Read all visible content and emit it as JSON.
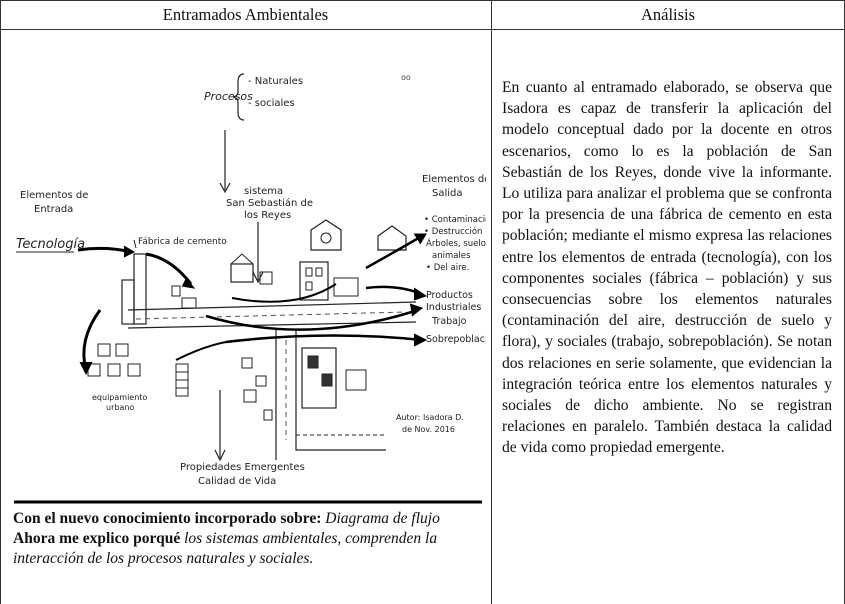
{
  "header": {
    "left": "Entramados Ambientales",
    "right": "Análisis"
  },
  "drawing": {
    "procesos": "Procesos",
    "naturales": "- Naturales",
    "sociales": "- sociales",
    "elementos_entrada": [
      "Elementos de",
      "Entrada"
    ],
    "tecnologia": "Tecnología",
    "fabrica": "Fábrica de cemento",
    "sistema": [
      "sistema",
      "San Sebastián de",
      "los Reyes"
    ],
    "elementos_salida": [
      "Elementos de",
      "Salida"
    ],
    "salidas": [
      "• Contaminación",
      "• Destrucción",
      "Árboles, suelo",
      "animales",
      "• Del aire."
    ],
    "productos": [
      "Productos",
      "Industriales"
    ],
    "trabajo": "Trabajo",
    "sobrepoblacion": "Sobrepoblación",
    "equipamiento": [
      "equipamiento",
      "urbano"
    ],
    "propiedades": [
      "Propiedades Emergentes",
      "Calidad de Vida"
    ],
    "autor": [
      "Autor: Isadora D.",
      "de Nov. 2016"
    ]
  },
  "caption": {
    "line1_bold": "Con el nuevo conocimiento incorporado sobre:",
    "line1_italic": "Diagrama de flujo",
    "line2_bold": "Ahora me explico porqué",
    "line2_italic": "los sistemas ambientales, comprenden la interacción de los procesos naturales y sociales."
  },
  "analysis": {
    "text": "En cuanto al entramado elaborado, se observa que Isadora es capaz de transferir la aplicación del modelo conceptual dado por la docente en otros escenarios, como lo es la población de San Sebastián de los Reyes, donde vive la informante. Lo utiliza para analizar el problema que se confronta por la presencia de una fábrica de cemento en esta población; mediante el mismo expresa las relaciones entre los elementos de entrada (tecnología), con los componentes sociales (fábrica – población) y sus consecuencias sobre los elementos naturales (contaminación del aire, destrucción de suelo y flora), y sociales (trabajo, sobrepoblación). Se notan dos relaciones en serie solamente, que evidencian la integración teórica entre los elementos naturales y sociales de dicho ambiente. No se registran relaciones en paralelo. También destaca la calidad de vida como propiedad emergente."
  }
}
